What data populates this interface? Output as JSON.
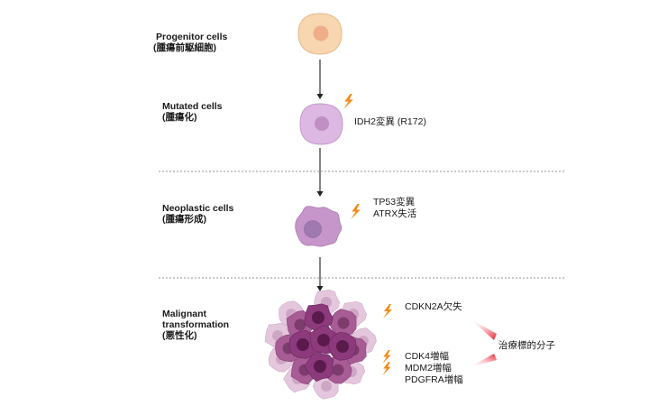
{
  "diagram": {
    "stages": [
      {
        "id": "progenitor",
        "title": "Progenitor cells",
        "subtitle": "(腫瘍前駆細胞)"
      },
      {
        "id": "mutated",
        "title": "Mutated cells",
        "subtitle": "(腫瘍化)"
      },
      {
        "id": "neoplastic",
        "title": "Neoplastic cells",
        "subtitle": "(腫瘍形成)"
      },
      {
        "id": "malignant",
        "title_line1": "Malignant",
        "title_line2": "transformation",
        "subtitle": " (悪性化)"
      }
    ],
    "annotations": {
      "mutated": "IDH2変異 (R172)",
      "neoplastic": [
        "TP53変異",
        "ATRX失活"
      ],
      "malignant_top": "CDKN2A欠失",
      "malignant_bottom": [
        "CDK4増幅",
        "MDM2増幅",
        "PDGFRA増幅"
      ],
      "target": "治療標的分子"
    },
    "icons": {
      "mutation": "lightning-bolt-icon",
      "flow": "arrow-down-icon",
      "pointer": "red-wedge-arrow-icon"
    },
    "colors": {
      "progenitor_fill": "#f7d6b0",
      "progenitor_nucleus": "#eeae8a",
      "mutated_fill": "#dcb8e3",
      "mutated_nucleus": "#c08fc3",
      "neoplastic_fill": "#c695c9",
      "neoplastic_nucleus": "#9f79b0",
      "malignant_dark": "#7a2f6b",
      "malignant_light": "#d9b3d1",
      "bolt": "#f18a18",
      "wedge": "#e8182a",
      "divider": "#aaaaaa"
    }
  }
}
